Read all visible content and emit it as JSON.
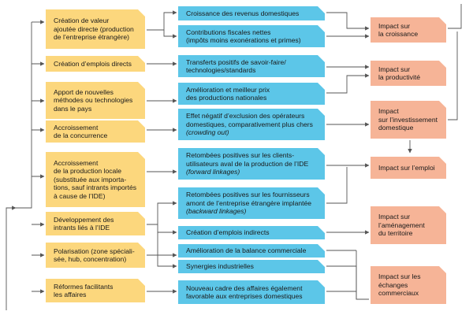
{
  "colors": {
    "cause": "#fcd77d",
    "mechanism": "#5cc6e8",
    "impact": "#f6b497",
    "line": "#555555"
  },
  "causes": [
    {
      "id": "c1",
      "lines": [
        "Création de valeur",
        "ajoutée directe (production",
        "de l’entreprise étrangère)"
      ]
    },
    {
      "id": "c2",
      "lines": [
        "Création d’emplois directs"
      ]
    },
    {
      "id": "c3",
      "lines": [
        "Apport de nouvelles",
        "méthodes ou technologies",
        "dans le pays"
      ]
    },
    {
      "id": "c4",
      "lines": [
        "Accroissement",
        "de la concurrence"
      ]
    },
    {
      "id": "c5",
      "lines": [
        "Accroissement",
        "de la production locale",
        "(substituée aux importa-",
        "tions, sauf intrants importés",
        "à cause de l’IDE)"
      ]
    },
    {
      "id": "c6",
      "lines": [
        "Développement des",
        "intrants liés à l’IDE"
      ]
    },
    {
      "id": "c7",
      "lines": [
        "Polarisation (zone spéciali-",
        "sée, hub, concentration)"
      ]
    },
    {
      "id": "c8",
      "lines": [
        "Réformes facilitants",
        "les affaires"
      ]
    }
  ],
  "mechanisms": [
    {
      "id": "m1",
      "lines": [
        "Croissance des revenus domestiques"
      ]
    },
    {
      "id": "m2",
      "lines": [
        "Contributions fiscales nettes",
        "(impôts moins exonérations et primes)"
      ]
    },
    {
      "id": "m3",
      "lines": [
        "Transferts positifs de savoir-faire/",
        "technologies/standards"
      ]
    },
    {
      "id": "m4",
      "lines": [
        "Amélioration et meilleur prix",
        "des productions nationales"
      ]
    },
    {
      "id": "m5",
      "lines": [
        "Effet négatif d’exclusion des opérateurs",
        "domestiques, comparativement plus chers"
      ],
      "italic": "(crowding out)"
    },
    {
      "id": "m6",
      "lines": [
        "Retombées positives sur les clients-",
        "utilisateurs aval de la production de l’IDE"
      ],
      "italic": "(forward linkages)"
    },
    {
      "id": "m7",
      "lines": [
        "Retombées positives sur les fournisseurs",
        "amont de l’entreprise étrangère implantée"
      ],
      "italic": "(backward linkages)"
    },
    {
      "id": "m8",
      "lines": [
        "Création d’emplois indirects"
      ]
    },
    {
      "id": "m9",
      "lines": [
        "Amélioration de la balance commerciale"
      ]
    },
    {
      "id": "m10",
      "lines": [
        "Synergies industrielles"
      ]
    },
    {
      "id": "m11",
      "lines": [
        "Nouveau cadre des affaires également",
        "favorable aux entreprises domestiques"
      ]
    }
  ],
  "impacts": [
    {
      "id": "i1",
      "lines": [
        "Impact sur",
        "la croissance"
      ]
    },
    {
      "id": "i2",
      "lines": [
        "Impact sur",
        "la productivité"
      ]
    },
    {
      "id": "i3",
      "lines": [
        "Impact",
        "sur l’investissement",
        "domestique"
      ]
    },
    {
      "id": "i4",
      "lines": [
        "Impact sur l’emploi"
      ]
    },
    {
      "id": "i5",
      "lines": [
        "Impact sur",
        "l’aménagement",
        "du territoire"
      ]
    },
    {
      "id": "i6",
      "lines": [
        "Impact sur les",
        "échanges",
        "commerciaux"
      ]
    }
  ]
}
